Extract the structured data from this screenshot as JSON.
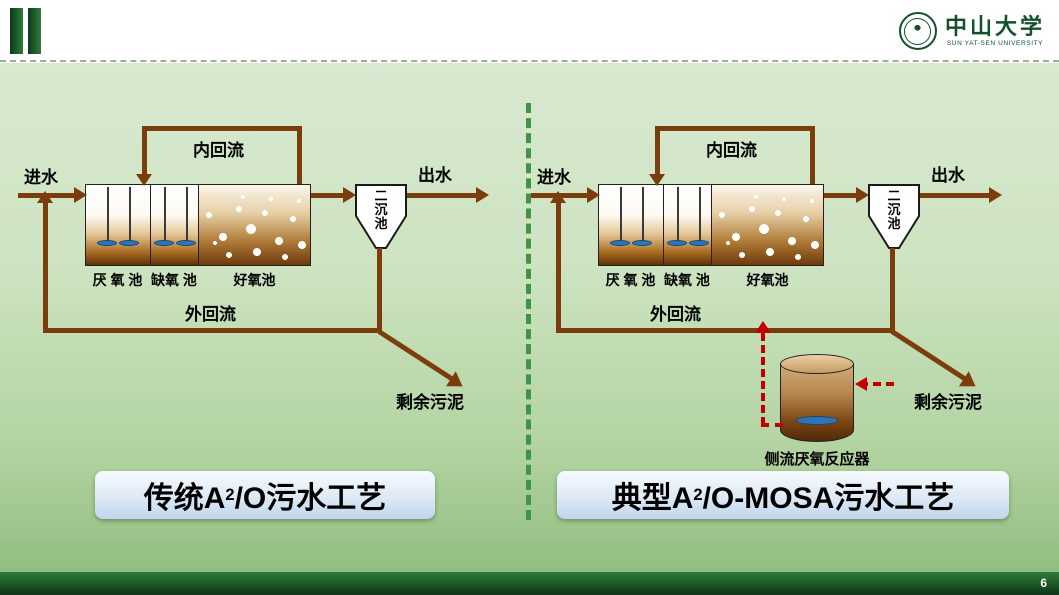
{
  "header": {
    "university": "中山大学",
    "university_en": "SUN YAT-SEN UNIVERSITY"
  },
  "footer": {
    "page_number": "6"
  },
  "left": {
    "influent": "进水",
    "effluent": "出水",
    "internal_recycle": "内回流",
    "external_recycle": "外回流",
    "sludge": "剩余污泥",
    "clarifier": "二沉池",
    "anaerobic": "厌 氧 池",
    "anoxic": "缺氧 池",
    "aerobic": "好氧池",
    "title_prefix": "传统A",
    "title_sup": "2",
    "title_suffix": "/O污水工艺"
  },
  "right": {
    "influent": "进水",
    "effluent": "出水",
    "internal_recycle": "内回流",
    "external_recycle": "外回流",
    "sludge": "剩余污泥",
    "clarifier": "二沉池",
    "anaerobic": "厌 氧 池",
    "anoxic": "缺氧 池",
    "aerobic": "好氧池",
    "reactor": "侧流厌氧反应器",
    "title_prefix": "典型A",
    "title_sup": "2",
    "title_suffix": "/O-MOSA污水工艺"
  },
  "colors": {
    "arrow_brown": "#7c3d0d",
    "dotted_red": "#c00000",
    "footer_green": "#174a22",
    "divider_green": "#3f9447",
    "impeller_blue": "#2e75b6"
  }
}
